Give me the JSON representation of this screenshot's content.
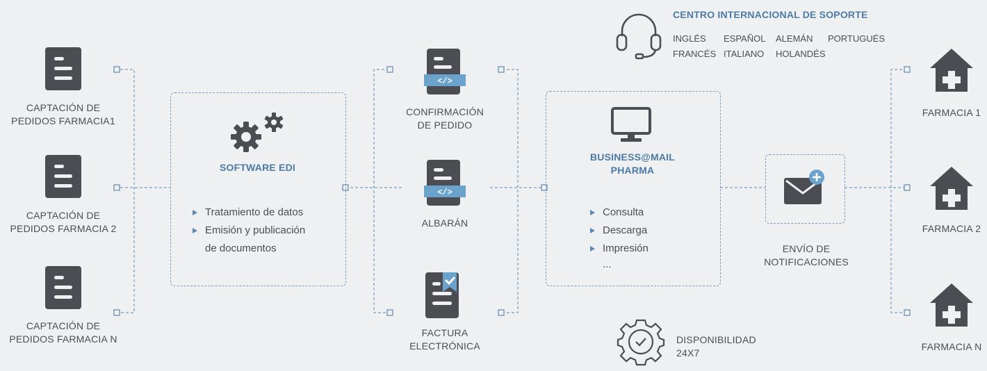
{
  "sources": [
    {
      "line1": "CAPTACIÓN DE",
      "line2": "PEDIDOS FARMACIA1"
    },
    {
      "line1": "CAPTACIÓN DE",
      "line2": "PEDIDOS FARMACIA 2"
    },
    {
      "line1": "CAPTACIÓN DE",
      "line2": "PEDIDOS FARMACIA N"
    }
  ],
  "software": {
    "title": "SOFTWARE EDI",
    "bullets": [
      "Tratamiento de datos",
      "Emisión y publicación"
    ],
    "bullet_continuation": "de documentos"
  },
  "documents": {
    "confirmacion": {
      "line1": "CONFIRMACIÓN",
      "line2": "DE PEDIDO"
    },
    "albaran": {
      "line1": "ALBARÁN"
    },
    "factura": {
      "line1": "FACTURA",
      "line2": "ELECTRÓNICA"
    },
    "code_tag": "</>"
  },
  "business": {
    "title_line1": "BUSINESS@MAIL",
    "title_line2": "PHARMA",
    "bullets": [
      "Consulta",
      "Descarga",
      "Impresión"
    ],
    "ellipsis": "..."
  },
  "support": {
    "title": "CENTRO INTERNACIONAL DE SOPORTE",
    "languages_row1": [
      "INGLÉS",
      "ESPAÑOL",
      "ALEMÁN",
      "PORTUGUÉS"
    ],
    "languages_row2": [
      "FRANCÉS",
      "ITALIANO",
      "HOLANDÉS"
    ]
  },
  "notifications": {
    "line1": "ENVÍO DE",
    "line2": "NOTIFICACIONES"
  },
  "availability": {
    "line1": "DISPONIBILIDAD",
    "line2": "24X7"
  },
  "pharmacies": [
    "FARMACIA 1",
    "FARMACIA 2",
    "FARMACIA N"
  ],
  "colors": {
    "background": "#eef0f2",
    "icon_dark": "#4b4d52",
    "accent_blue": "#4d7aa3",
    "tag_blue": "#6ba3cc",
    "dashed_line": "#7a9cbc"
  },
  "icons": {
    "source_doc": "document-lines-icon",
    "gears": "gears-icon",
    "code_doc": "code-document-icon",
    "invoice": "invoice-check-icon",
    "monitor": "monitor-icon",
    "headset": "headset-icon",
    "mail": "mail-plus-icon",
    "clock": "clock-gear-icon",
    "pharmacy": "pharmacy-house-icon"
  }
}
